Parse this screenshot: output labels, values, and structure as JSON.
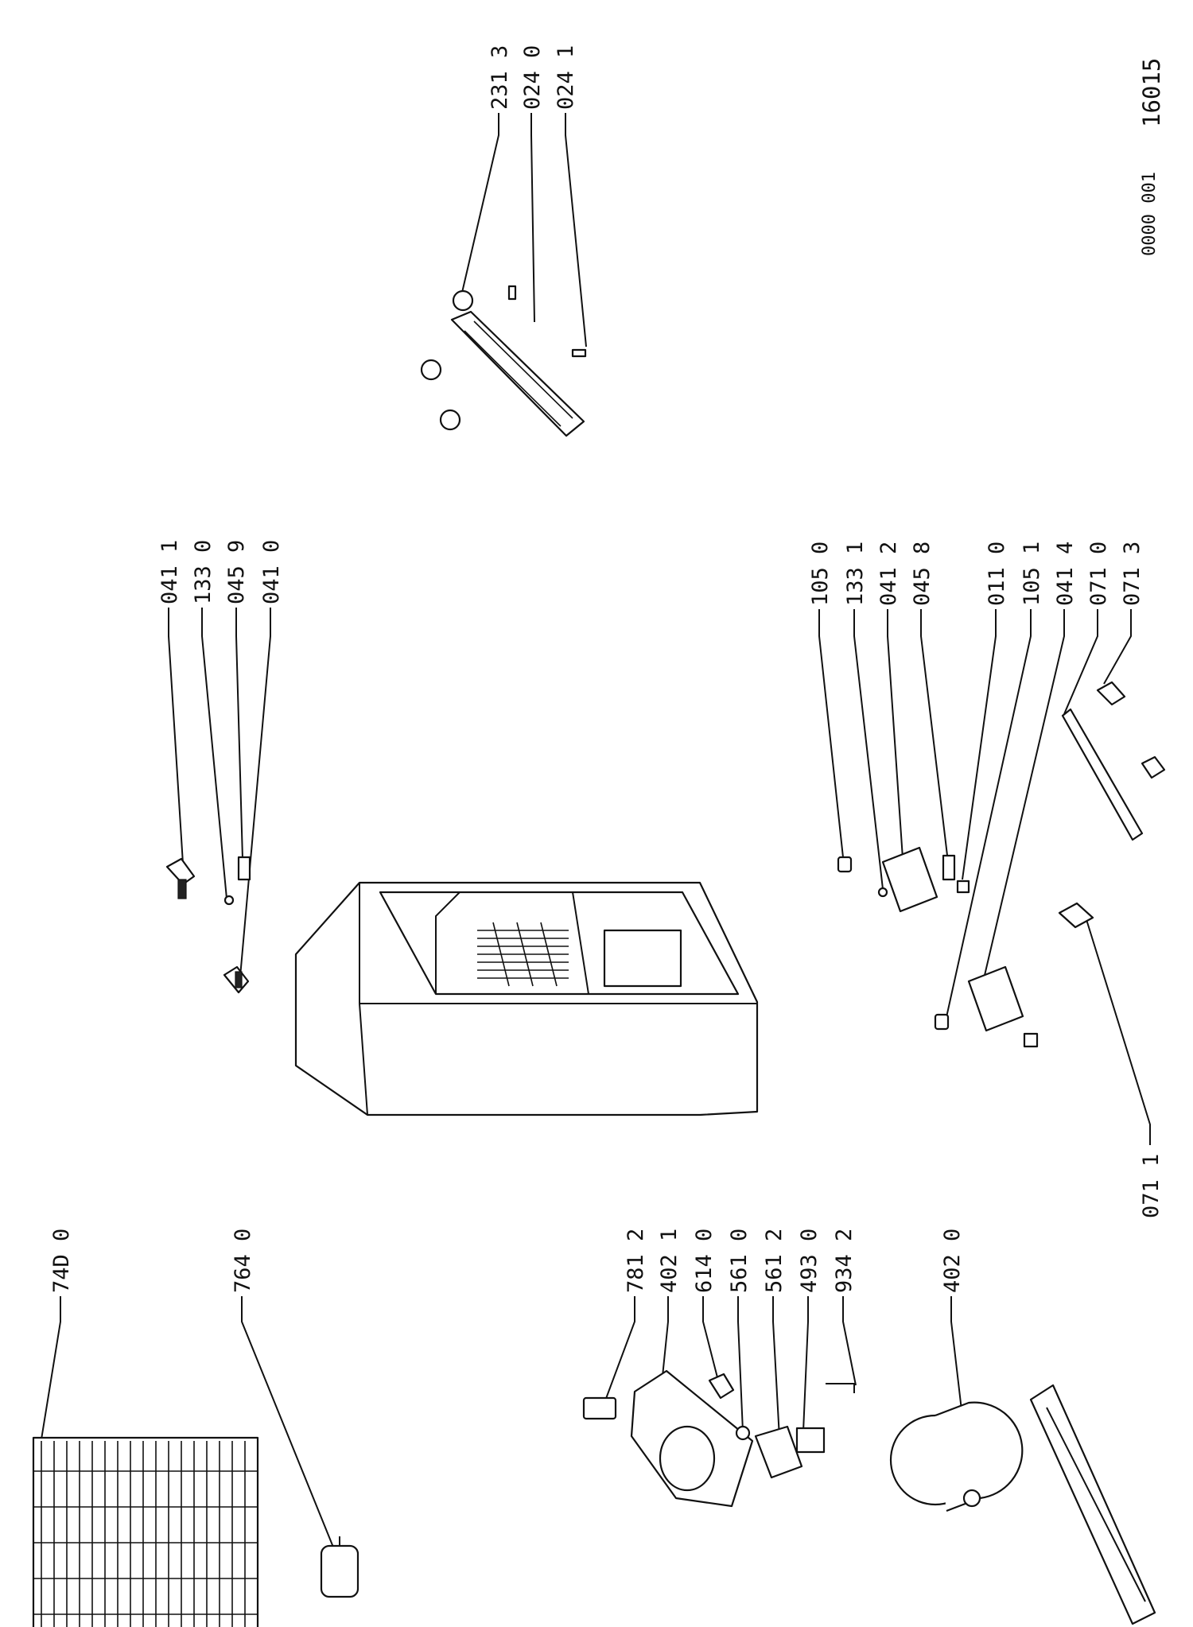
{
  "doc": {
    "code_small": "0000 001",
    "code_large": "16015"
  },
  "labels": {
    "p_231_3": "231 3",
    "p_024_0": "024 0",
    "p_024_1": "024 1",
    "p_041_1": "041 1",
    "p_133_0": "133 0",
    "p_045_9": "045 9",
    "p_041_0": "041 0",
    "p_105_0": "105 0",
    "p_133_1": "133 1",
    "p_041_2": "041 2",
    "p_045_8": "045 8",
    "p_011_0": "011 0",
    "p_105_1": "105 1",
    "p_041_4": "041 4",
    "p_071_0": "071 0",
    "p_071_3": "071 3",
    "p_071_1": "071 1",
    "p_740_0": "74D 0",
    "p_764_0": "764 0",
    "p_781_2": "781 2",
    "p_402_1": "402 1",
    "p_614_0": "614 0",
    "p_561_0": "561 0",
    "p_561_2": "561 2",
    "p_493_0": "493 0",
    "p_934_2": "934 2",
    "p_402_0": "402 0"
  }
}
